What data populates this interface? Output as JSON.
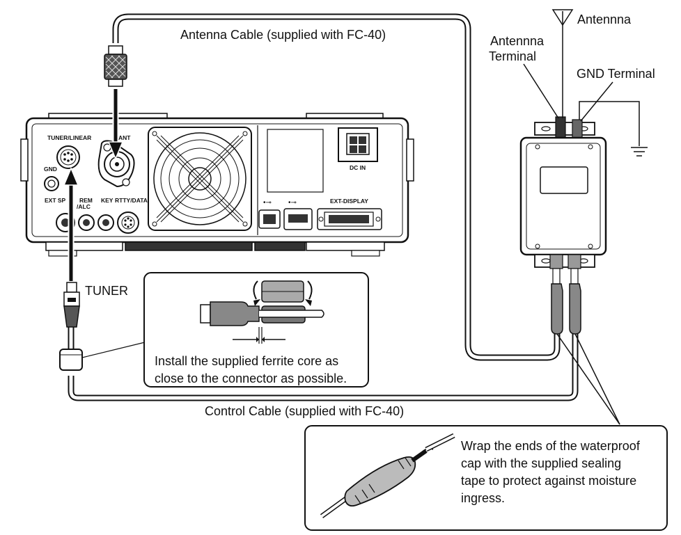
{
  "labels": {
    "antenna_cable": "Antenna Cable (supplied with FC-40)",
    "control_cable": "Control Cable (supplied with FC-40)",
    "antenna": "Antennna",
    "antenna_terminal_line1": "Antennna",
    "antenna_terminal_line2": "Terminal",
    "gnd_terminal": "GND Terminal",
    "tuner": "TUNER"
  },
  "radio_panel": {
    "tuner_linear": "TUNER/LINEAR",
    "ant": "ANT",
    "gnd": "GND",
    "ext_sp": "EXT SP",
    "rem_line1": "REM",
    "rem_line2": "/ALC",
    "key": "KEY",
    "rtty_data": "RTTY/DATA",
    "dc_in": "DC IN",
    "ext_display": "EXT-DISPLAY"
  },
  "callouts": {
    "ferrite": [
      "Install the supplied ferrite core as",
      "close to the connector as possible."
    ],
    "waterproof": [
      "Wrap the ends of the waterproof",
      "cap with the supplied sealing",
      "tape to protect against moisture",
      "ingress."
    ]
  }
}
